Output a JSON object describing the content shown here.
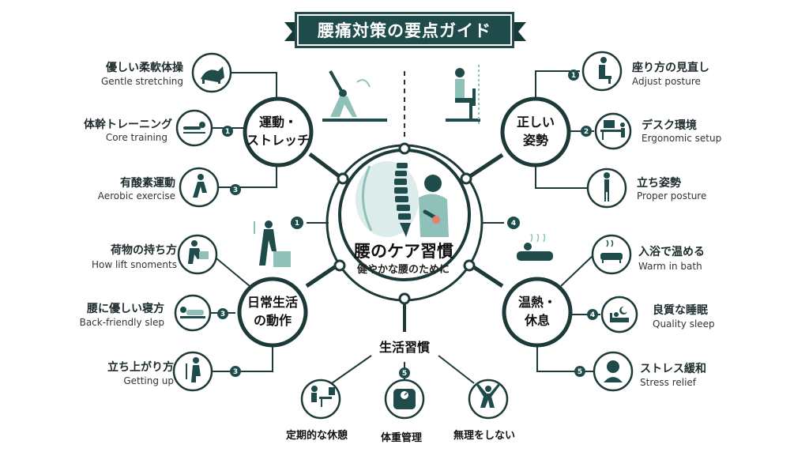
{
  "title": "腰痛対策の要点ガイド",
  "center": {
    "title": "腰のケア習慣",
    "subtitle": "健やかな腰のために"
  },
  "hubs": {
    "exercise": "運動・\nストレッチ",
    "posture": "正しい\n姿勢",
    "daily": "日常生活\nの動作",
    "rest": "温熱・\n休息",
    "lifestyle": "生活習慣"
  },
  "markers": [
    "1",
    "2",
    "3",
    "4",
    "5"
  ],
  "items": {
    "stretch": {
      "jp": "優しい柔軟体操",
      "en": "Gentle stretching"
    },
    "core": {
      "jp": "体幹トレーニング",
      "en": "Core training"
    },
    "aerobic": {
      "jp": "有酸素運動",
      "en": "Aerobic exercise"
    },
    "sitting": {
      "jp": "座り方の見直し",
      "en": "Adjust posture"
    },
    "desk": {
      "jp": "デスク環境",
      "en": "Ergonomic setup"
    },
    "standing": {
      "jp": "立ち姿勢",
      "en": "Proper posture"
    },
    "lift": {
      "jp": "荷物の持ち方",
      "en": "How lift snoments"
    },
    "sleep_pos": {
      "jp": "腰に優しい寝方",
      "en": "Back-friendly slep"
    },
    "getup": {
      "jp": "立ち上がり方",
      "en": "Getting up"
    },
    "bath": {
      "jp": "入浴で温める",
      "en": "Warm in bath"
    },
    "quality": {
      "jp": "良質な睡眠",
      "en": "Quality sleep"
    },
    "stress": {
      "jp": "ストレス緩和",
      "en": "Stress relief"
    },
    "breaks": {
      "jp": "定期的な休憩"
    },
    "weight": {
      "jp": "体重管理"
    },
    "nostrain": {
      "jp": "無理をしない"
    }
  },
  "icons": {
    "stretch": "cat-stretch-icon",
    "core": "plank-icon",
    "aerobic": "walking-icon",
    "sitting": "chair-sitting-icon",
    "desk": "desk-workstation-icon",
    "standing": "standing-figure-icon",
    "lift": "lifting-box-icon",
    "sleep_pos": "sleeping-side-icon",
    "getup": "getting-up-icon",
    "bath": "bathtub-icon",
    "quality": "bed-moon-icon",
    "stress": "relaxed-face-icon",
    "breaks": "desk-break-icon",
    "weight": "scale-icon",
    "nostrain": "stretching-person-icon"
  },
  "colors": {
    "primary": "#1f4c4a",
    "accent": "#8fc1b8",
    "light": "#dcecea",
    "line": "#1d3a39"
  }
}
